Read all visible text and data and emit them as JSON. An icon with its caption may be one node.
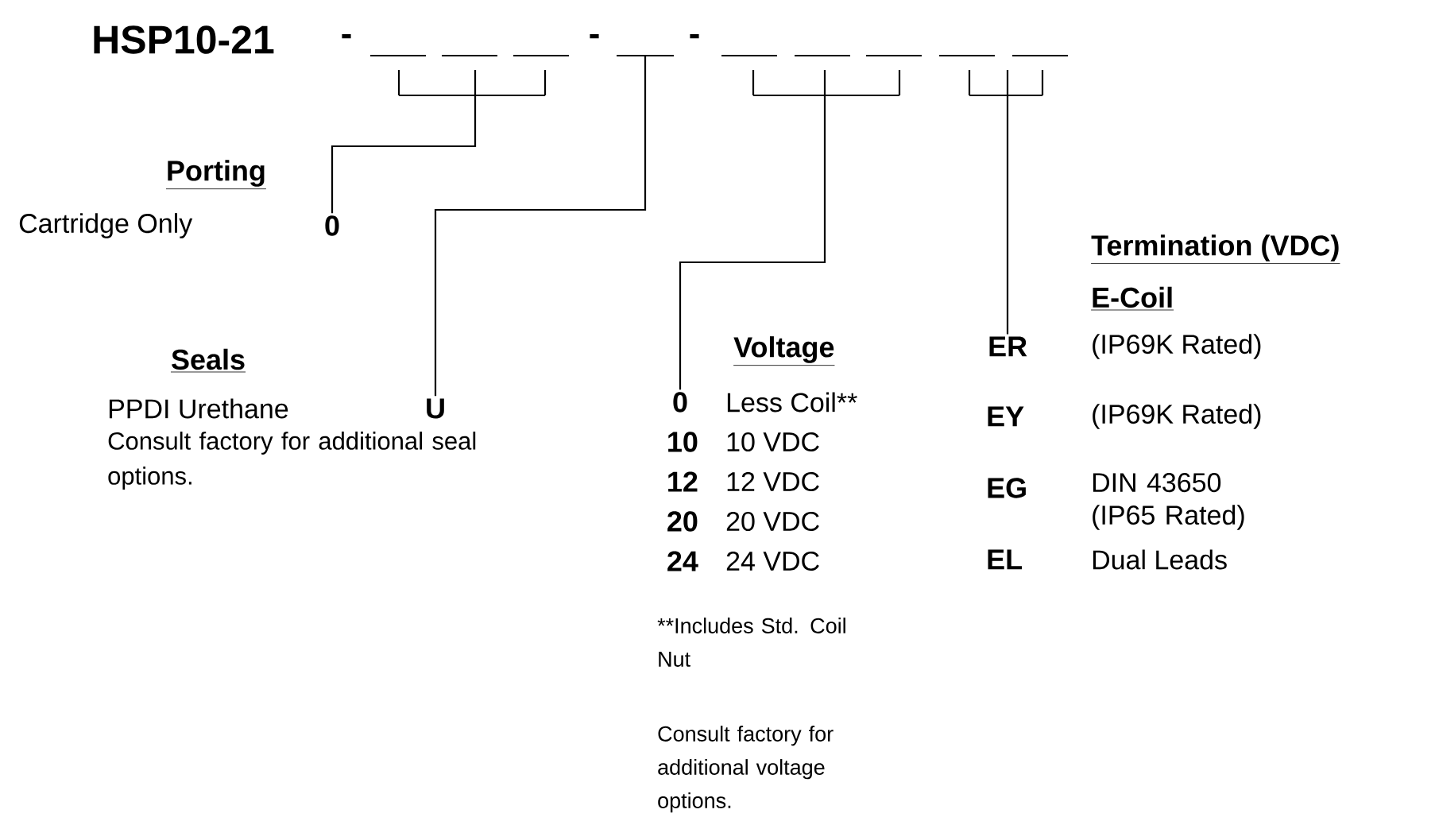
{
  "diagram": {
    "title": "HSP10-21",
    "nodes": [
      {
        "text": [],
        "shape": "bracket"
      },
      {
        "text": [],
        "shape": "line"
      },
      {
        "text": [],
        "shape": "bracket"
      },
      {
        "text": [],
        "shape": "bracket"
      },
      {
        "text": [
          "0"
        ]
      },
      {
        "text": [
          "U"
        ]
      },
      {
        "text": [
          "0"
        ]
      },
      {
        "text": [
          "ER"
        ]
      }
    ],
    "edges": [
      {
        "from": 0,
        "to": 4,
        "arrow": "none"
      },
      {
        "from": 1,
        "to": 5,
        "arrow": "none"
      },
      {
        "from": 2,
        "to": 6,
        "arrow": "none"
      },
      {
        "from": 3,
        "to": 7,
        "arrow": "none"
      }
    ],
    "labels": [
      "-",
      "-",
      "-",
      "Porting",
      "Cartridge Only",
      "Termination (VDC)",
      "E-Coil",
      "Seals",
      "Voltage",
      "PPDI Urethane",
      "Less Coil**",
      "(IP69K Rated)",
      "10",
      "10 VDC",
      "EY",
      "(IP69K Rated)",
      "12",
      "12 VDC",
      "Consult factory for additional seal options.",
      "20",
      "20 VDC",
      "EG",
      "DIN 43650 (IP65 Rated)",
      "24",
      "24 VDC",
      "EL",
      "Dual Leads",
      "**Includes Std. Coil Nut",
      "Consult factory for additional voltage options."
    ]
  }
}
